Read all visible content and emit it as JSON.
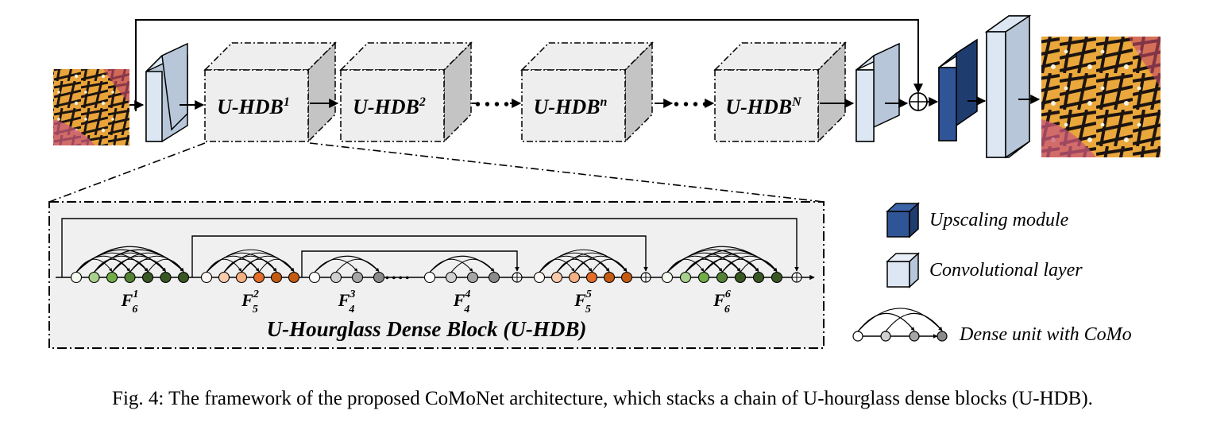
{
  "blocks": [
    {
      "base": "U-HDB",
      "sup": "1"
    },
    {
      "base": "U-HDB",
      "sup": "2"
    },
    {
      "base": "U-HDB",
      "sup": "n"
    },
    {
      "base": "U-HDB",
      "sup": "N"
    }
  ],
  "inset": {
    "title": "U-Hourglass Dense Block (U-HDB)",
    "units": [
      {
        "base": "F",
        "sup": "1",
        "sub": "6",
        "color": "green"
      },
      {
        "base": "F",
        "sup": "2",
        "sub": "5",
        "color": "orange"
      },
      {
        "base": "F",
        "sup": "3",
        "sub": "4",
        "color": "gray"
      },
      {
        "base": "F",
        "sup": "4",
        "sub": "4",
        "color": "gray"
      },
      {
        "base": "F",
        "sup": "5",
        "sub": "5",
        "color": "orange"
      },
      {
        "base": "F",
        "sup": "6",
        "sub": "6",
        "color": "green"
      }
    ]
  },
  "legend": {
    "upscaling": "Upscaling module",
    "conv": "Convolutional layer",
    "dense": "Dense unit with CoMo"
  },
  "caption": "Fig. 4: The framework of the proposed CoMoNet architecture, which stacks a chain of U-hourglass dense blocks (U-HDB).",
  "colors": {
    "conv_front": "#dce7f3",
    "conv_side": "#b7c6d8",
    "upscale_front": "#2f5597",
    "upscale_side": "#1f3c6e",
    "block_front": "#eeeeee",
    "block_side": "#c4c4c4",
    "inset_bg": "#f0f0f0",
    "green": [
      "#f4fbef",
      "#a9d18e",
      "#70ad47",
      "#548235",
      "#385723"
    ],
    "orange": [
      "#fff7f2",
      "#f8cbad",
      "#f4b183",
      "#e46c26",
      "#c55a11"
    ],
    "gray": [
      "#ffffff",
      "#d0d0d0",
      "#a6a6a6",
      "#8a8a8a"
    ]
  }
}
